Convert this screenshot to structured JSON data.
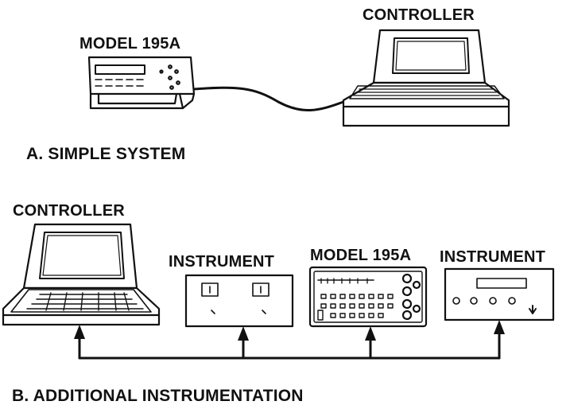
{
  "diagram": {
    "section_a": {
      "caption": "A. SIMPLE SYSTEM",
      "device_label": "MODEL 195A",
      "controller_label": "CONTROLLER"
    },
    "section_b": {
      "caption": "B. ADDITIONAL INSTRUMENTATION",
      "controller_label": "CONTROLLER",
      "instrument_1_label": "INSTRUMENT",
      "device_label": "MODEL 195A",
      "instrument_2_label": "INSTRUMENT"
    },
    "colors": {
      "ink": "#111111",
      "background": "#ffffff"
    }
  }
}
